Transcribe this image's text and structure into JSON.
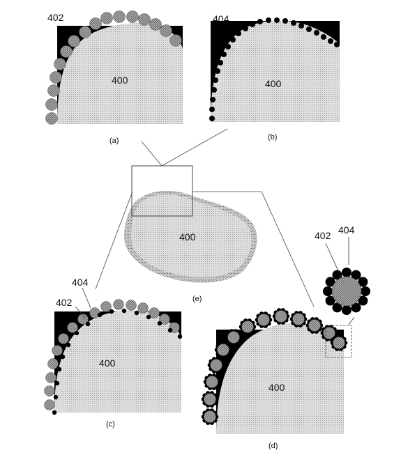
{
  "panels": {
    "a": {
      "caption": "(a)",
      "ref_particle": "402",
      "body": "400"
    },
    "b": {
      "caption": "(b)",
      "ref_small": "404",
      "body": "400"
    },
    "c": {
      "caption": "(c)",
      "ref_small": "404",
      "ref_particle": "402",
      "body": "400"
    },
    "d": {
      "caption": "(d)",
      "body": "400"
    },
    "e": {
      "caption": "(e)",
      "body": "400"
    },
    "inset": {
      "ref_particle": "402",
      "ref_small": "404"
    }
  },
  "colors": {
    "body_fill": "#d9d9d9",
    "black": "#000000",
    "particle": "#9a9a9a"
  }
}
